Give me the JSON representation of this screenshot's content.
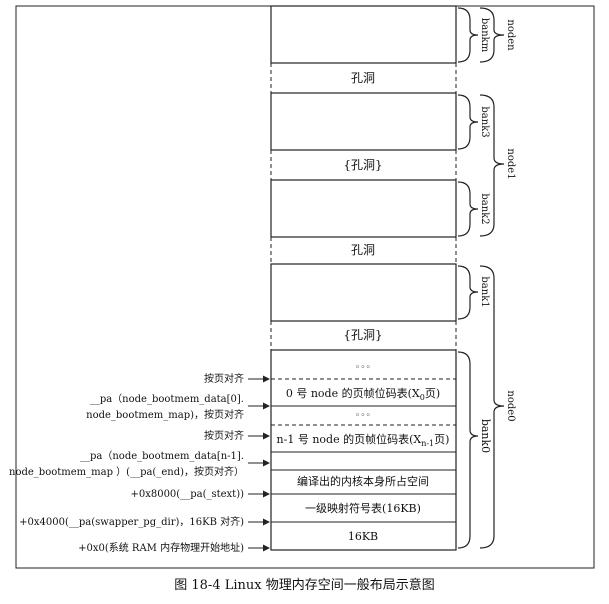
{
  "caption": "图 18-4   Linux 物理内存空间一般布局示意图",
  "regions": {
    "hole_top": "孔洞",
    "hole_mid": "{孔洞}",
    "hole_mid2": "孔洞",
    "hole_low": "{孔洞}",
    "dots_upper": "◦◦◦",
    "page_bitmap_0": "0 号 node 的页帧位码表(X",
    "page_bitmap_0_sub": "0",
    "page_bitmap_0_tail": "页)",
    "dots_lower": "◦◦◦",
    "page_bitmap_n1": "n-1 号 node 的页帧位码表(X",
    "page_bitmap_n1_sub": "n-1",
    "page_bitmap_n1_tail": "页)",
    "kernel_image": "编译出的内核本身所占空间",
    "first_level_table": "一级映射符号表(16KB)",
    "size_16kb": "16KB"
  },
  "bank_labels": {
    "bankm": "bankm",
    "bank3": "bank3",
    "bank2": "bank2",
    "bank1": "bank1",
    "bank0": "bank0"
  },
  "node_labels": {
    "noden": "noden",
    "node1": "node1",
    "node0": "node0"
  },
  "left_labels": {
    "page_align_1": "按页对齐",
    "pa_node_data_0": "__pa（node_bootmem_data[0].",
    "node_bootmem_map_align": "node_bootmem_map)，按页对齐",
    "page_align_2": "按页对齐",
    "pa_node_data_n1": "__pa（node_bootmem_data[n-1].",
    "node_bootmem_map_end": "node_bootmem_map ）(__pa(_end)，按页对齐）",
    "offset_8000": "+0x8000(__pa(_stext))",
    "offset_4000": "+0x4000(__pa(swapper_pg_dir)，16KB 对齐)",
    "offset_0": "+0x0(系统 RAM 内存物理开始地址)"
  }
}
